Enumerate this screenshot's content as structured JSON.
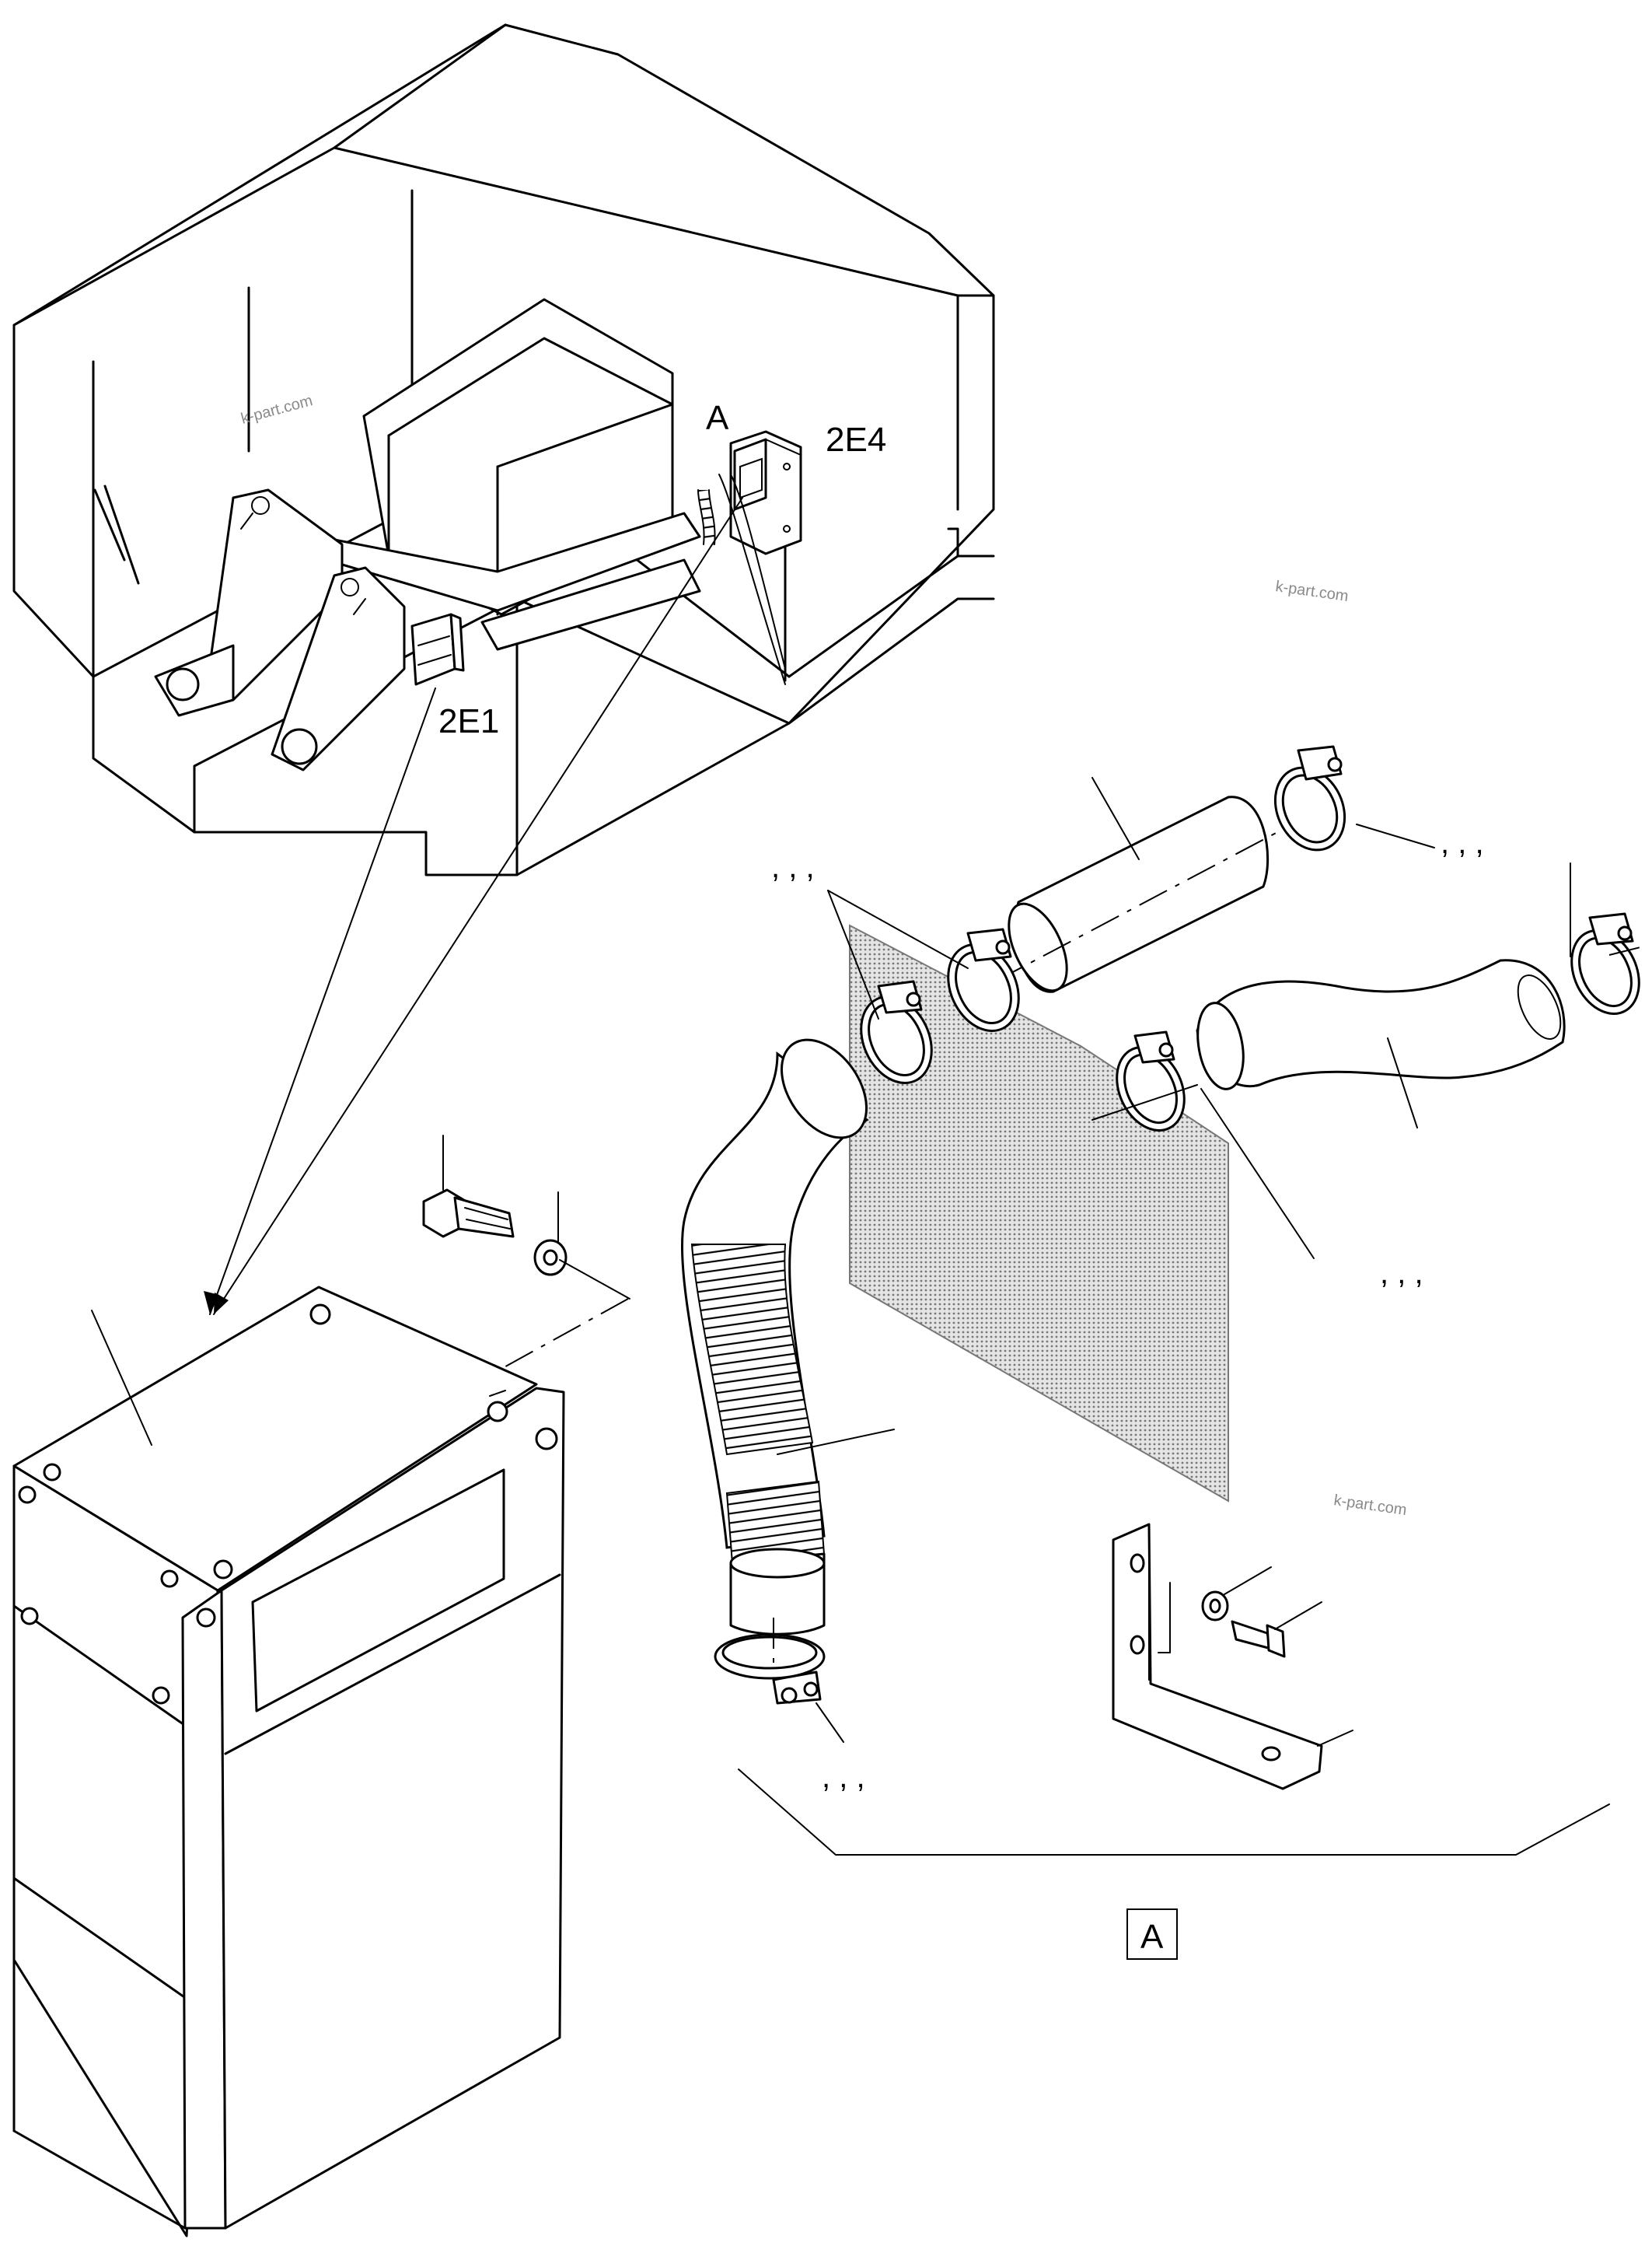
{
  "labels": {
    "detail_a_marker": "A",
    "part_2e4": "2E4",
    "part_2e1": "2E1",
    "detail_a_box": "A"
  },
  "callouts": {
    "clamps_left": ",   ,   ,",
    "clamps_right": ",   ,   ,",
    "screen": ",   ,   ,",
    "bottom_clamp": ",   ,   ,"
  },
  "watermark": "k-part.com",
  "colors": {
    "line": "#000000",
    "background": "#ffffff",
    "watermark": "#8a8a8a",
    "screen_fill": "#c8c8c8"
  }
}
